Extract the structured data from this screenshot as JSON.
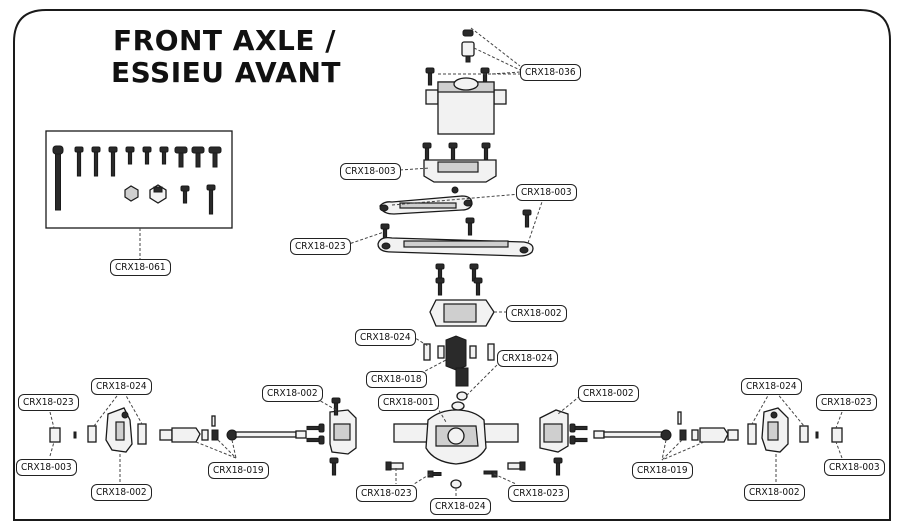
{
  "title": {
    "line1": "FRONT AXLE /",
    "line2": "ESSIEU AVANT"
  },
  "labels": {
    "servo_screws": "CRX18-036",
    "servo_mount": "CRX18-003",
    "link_upper": "CRX18-003",
    "link_lower": "CRX18-023",
    "hardware": "CRX18-061",
    "diff_cover": "CRX18-002",
    "gear_bearing": "CRX18-024",
    "ring_gear": "CRX18-018",
    "pinion_bearing": "CRX18-024",
    "axle_housing": "CRX18-001",
    "bottom_left": "CRX18-023",
    "bottom_right": "CRX18-023",
    "bottom_center": "CRX18-024",
    "left_knuckle_mount": "CRX18-002",
    "right_knuckle_mount": "CRX18-002",
    "left_bearing": "CRX18-024",
    "left_pin": "CRX18-023",
    "left_nut": "CRX18-003",
    "left_knuckle": "CRX18-002",
    "left_shaft": "CRX18-019",
    "right_bearing": "CRX18-024",
    "right_pin": "CRX18-023",
    "right_nut": "CRX18-003",
    "right_knuckle": "CRX18-002",
    "right_shaft": "CRX18-019"
  },
  "colors": {
    "outline": "#1a1a1a",
    "part_fill": "#f2f2f2",
    "part_shade": "#cfcfcf",
    "leader": "#333333"
  }
}
